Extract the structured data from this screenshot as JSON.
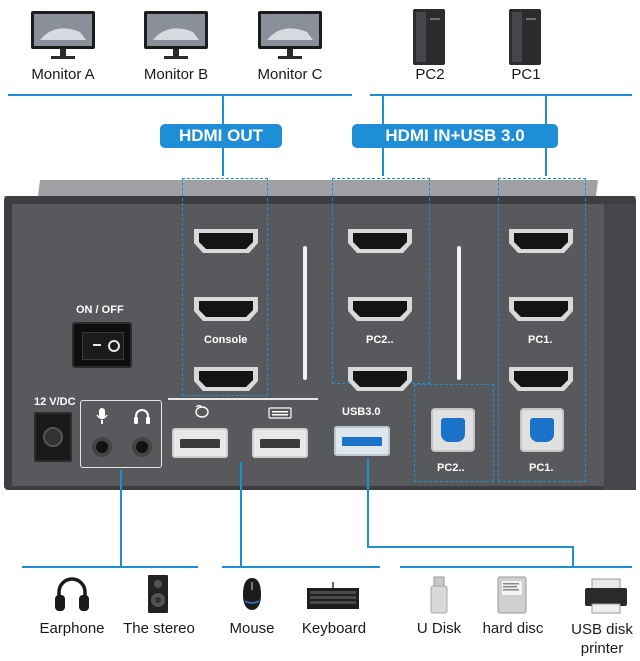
{
  "monitors": [
    "Monitor A",
    "Monitor B",
    "Monitor C"
  ],
  "pcs": [
    "PC2",
    "PC1"
  ],
  "hdmi_out_label": "HDMI OUT",
  "hdmi_in_label": "HDMI IN+USB 3.0",
  "panel": {
    "power_label": "ON / OFF",
    "dc_label": "12 V/DC",
    "console_label": "Console",
    "pc2_hdmi_label": "PC2..",
    "pc1_hdmi_label": "PC1.",
    "usb3_label": "USB3.0",
    "pc2_usb_label": "PC2..",
    "pc1_usb_label": "PC1."
  },
  "peripherals": [
    "Earphone",
    "The stereo",
    "Mouse",
    "Keyboard",
    "U Disk",
    "hard disc",
    "USB disk printer"
  ],
  "colors": {
    "accent": "#1e8fd6",
    "panel": "#58595c",
    "panel_dark": "#3d3e41"
  },
  "icons": [
    "monitor-icon",
    "pc-tower-icon",
    "hdmi-port-icon",
    "usb-a-port-icon",
    "usb-b-port-icon",
    "mic-icon",
    "headphone-icon",
    "mouse-icon",
    "keyboard-icon",
    "earphone-icon",
    "speaker-icon",
    "usb-disk-icon",
    "hard-disk-icon",
    "printer-icon"
  ]
}
